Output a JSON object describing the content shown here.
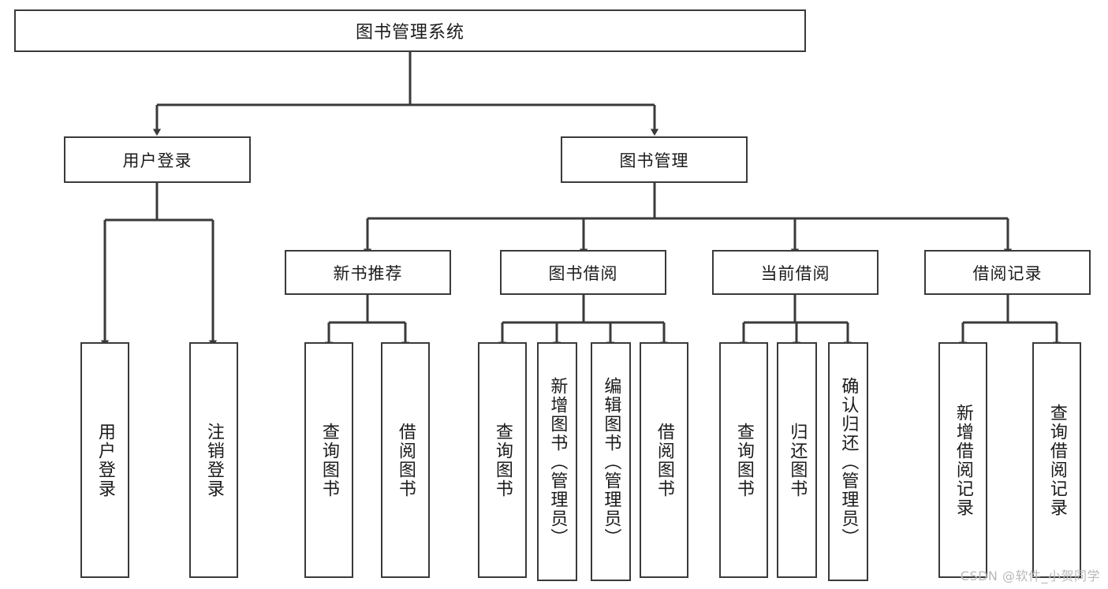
{
  "diagram": {
    "title_node": {
      "label": "图书管理系统"
    },
    "level2": [
      {
        "id": "user-login",
        "label": "用户登录"
      },
      {
        "id": "book-manage",
        "label": "图书管理"
      }
    ],
    "level3": [
      {
        "id": "new-book-recommend",
        "label": "新书推荐"
      },
      {
        "id": "book-borrow",
        "label": "图书借阅"
      },
      {
        "id": "current-borrow",
        "label": "当前借阅"
      },
      {
        "id": "borrow-record",
        "label": "借阅记录"
      }
    ],
    "leaves": [
      {
        "id": "leaf-user-login",
        "label": "用户登录"
      },
      {
        "id": "leaf-logout-login",
        "label": "注销登录"
      },
      {
        "id": "leaf-query-book-1",
        "label": "查询图书"
      },
      {
        "id": "leaf-borrow-book-1",
        "label": "借阅图书"
      },
      {
        "id": "leaf-query-book-2",
        "label": "查询图书"
      },
      {
        "id": "leaf-add-book-admin",
        "label": "新增图书（管理员）"
      },
      {
        "id": "leaf-edit-book-admin",
        "label": "编辑图书（管理员）"
      },
      {
        "id": "leaf-borrow-book-2",
        "label": "借阅图书"
      },
      {
        "id": "leaf-query-book-3",
        "label": "查询图书"
      },
      {
        "id": "leaf-return-book",
        "label": "归还图书"
      },
      {
        "id": "leaf-confirm-return",
        "label": "确认归还（管理员）"
      },
      {
        "id": "leaf-add-record",
        "label": "新增借阅记录"
      },
      {
        "id": "leaf-query-record",
        "label": "查询借阅记录"
      }
    ],
    "watermark": "CSDN @软件_小贺同学",
    "colors": {
      "border": "#3a3a3a",
      "background": "#ffffff",
      "text": "#1b1b1b",
      "watermark": "#b9b9b9"
    }
  }
}
